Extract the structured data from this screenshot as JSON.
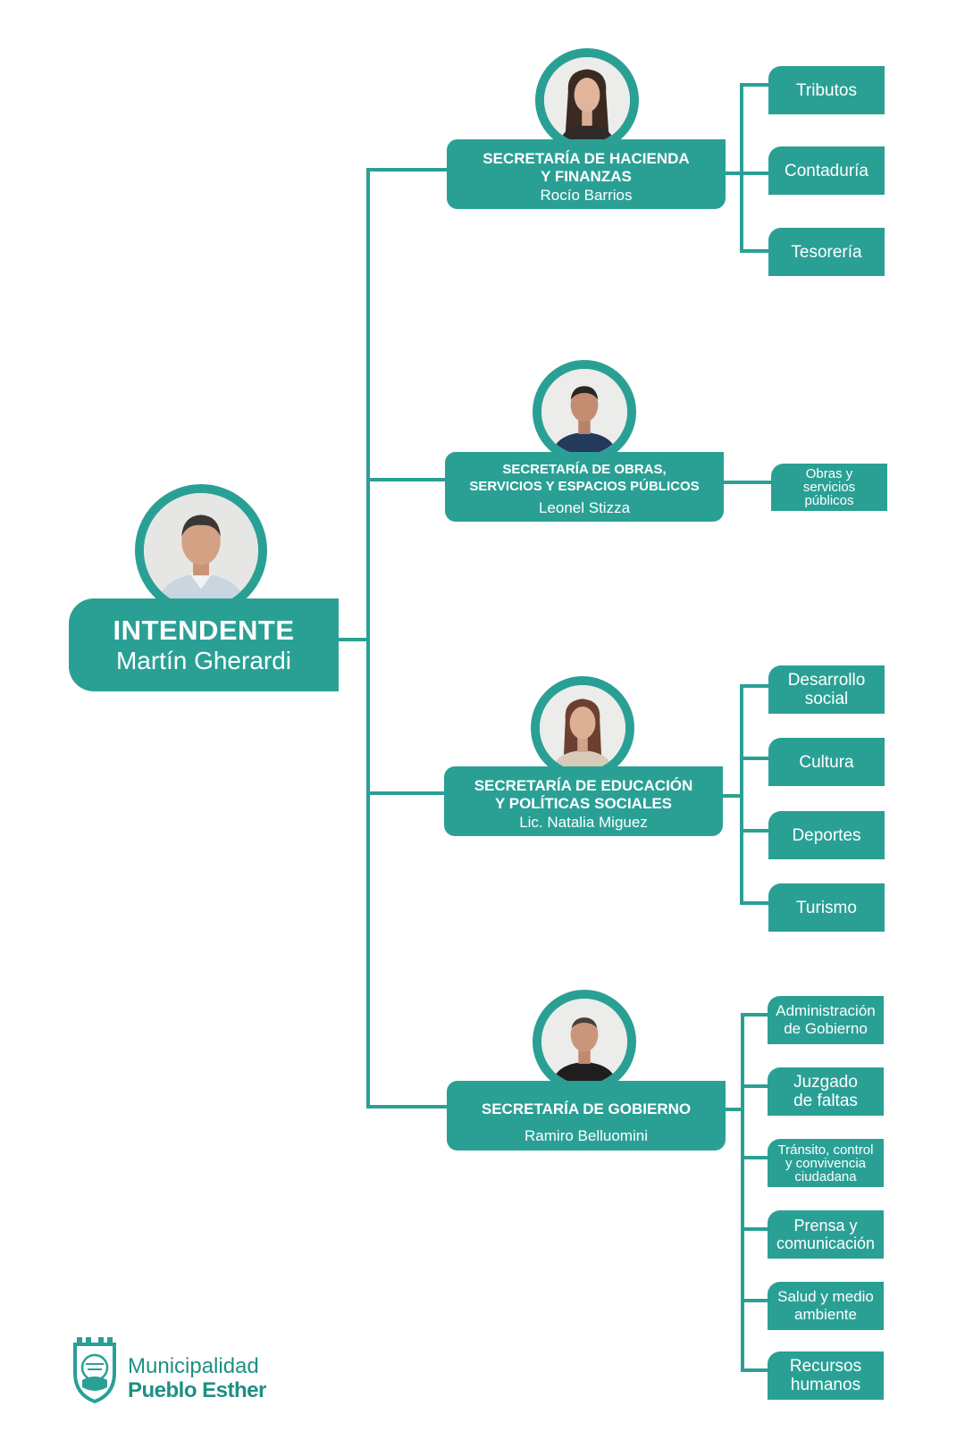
{
  "root": {
    "title": "INTENDENTE",
    "name": "Martín Gherardi"
  },
  "secretariats": [
    {
      "title": "SECRETARÍA DE HACIENDA\nY FINANZAS",
      "name": "Rocío Barrios",
      "departments": [
        "Tributos",
        "Contaduría",
        "Tesorería"
      ]
    },
    {
      "title": "SECRETARÍA DE OBRAS,\nSERVICIOS Y ESPACIOS PÚBLICOS",
      "name": "Leonel Stizza",
      "departments": [
        "Obras y\nservicios\npúblicos"
      ]
    },
    {
      "title": "SECRETARÍA DE EDUCACIÓN\nY POLÍTICAS SOCIALES",
      "name": "Lic. Natalia Miguez",
      "departments": [
        "Desarrollo\nsocial",
        "Cultura",
        "Deportes",
        "Turismo"
      ]
    },
    {
      "title": "SECRETARÍA DE GOBIERNO",
      "name": "Ramiro Belluomini",
      "departments": [
        "Administración\nde Gobierno",
        "Juzgado\nde faltas",
        "Tránsito, control\ny convivencia\nciudadana",
        "Prensa y\ncomunicación",
        "Salud y medio\nambiente",
        "Recursos\nhumanos"
      ]
    }
  ],
  "logo": {
    "line1": "Municipalidad",
    "line2": "Pueblo Esther",
    "icon": "municipal-seal-icon"
  },
  "colors": {
    "teal": "#2aa095",
    "logo_text": "#1f8f84"
  }
}
